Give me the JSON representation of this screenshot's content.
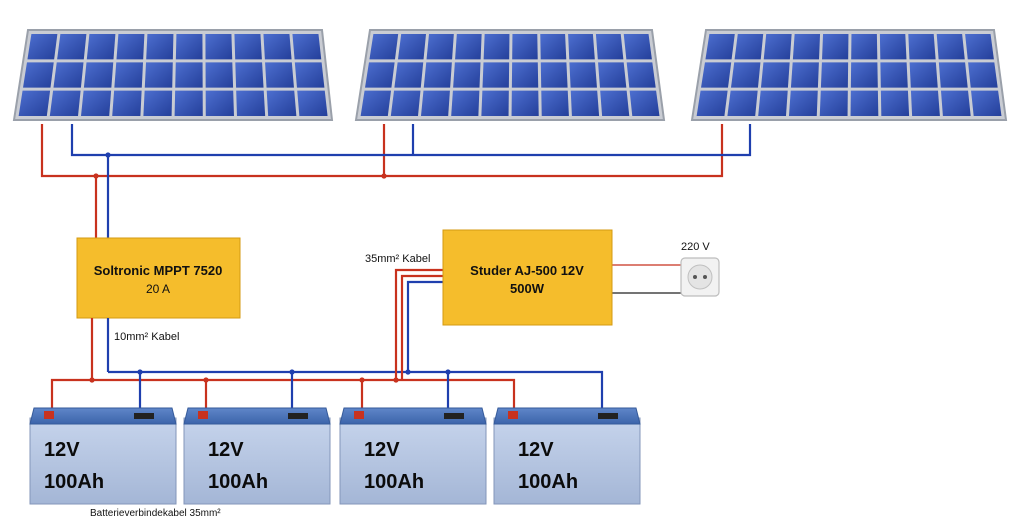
{
  "panels": [
    {
      "name": "solar-panel-1"
    },
    {
      "name": "solar-panel-2"
    },
    {
      "name": "solar-panel-3"
    }
  ],
  "controller": {
    "title": "Soltronic MPPT 7520",
    "rating": "20 A",
    "color": "#f5bd2c"
  },
  "inverter": {
    "title": "Studer AJ-500 12V",
    "power": "500W",
    "color": "#f5bd2c"
  },
  "labels": {
    "cable_10": "10mm² Kabel",
    "cable_35": "35mm² Kabel",
    "ac_voltage": "220 V",
    "battery_cable": "Batterieverbindekabel 35mm²"
  },
  "batteries": [
    {
      "voltage": "12V",
      "capacity": "100Ah"
    },
    {
      "voltage": "12V",
      "capacity": "100Ah"
    },
    {
      "voltage": "12V",
      "capacity": "100Ah"
    },
    {
      "voltage": "12V",
      "capacity": "100Ah"
    }
  ],
  "colors": {
    "positive_wire": "#c8321e",
    "negative_wire": "#1f3fae",
    "panel_cell": "#2f4fb0",
    "battery_body": "#a9bedc"
  }
}
